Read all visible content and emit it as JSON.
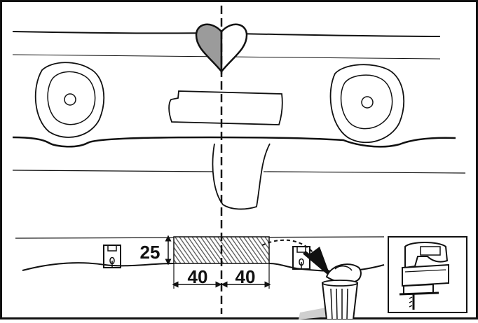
{
  "diagram": {
    "dimensions": {
      "height_label": "25",
      "left_width_label": "40",
      "right_width_label": "40"
    },
    "colors": {
      "line": "#111111",
      "heart_fill_left": "#9b9b9b",
      "hatch": "#555555",
      "background": "#ffffff",
      "motion_trail": "#cfcfcf"
    },
    "icons": {
      "center_marker": "heart-icon",
      "clip_left": "mounting-clip-icon",
      "clip_right": "mounting-clip-icon",
      "discard": "trash-bin-icon",
      "tool": "jigsaw-icon",
      "direction": "curved-arrow-icon"
    }
  }
}
